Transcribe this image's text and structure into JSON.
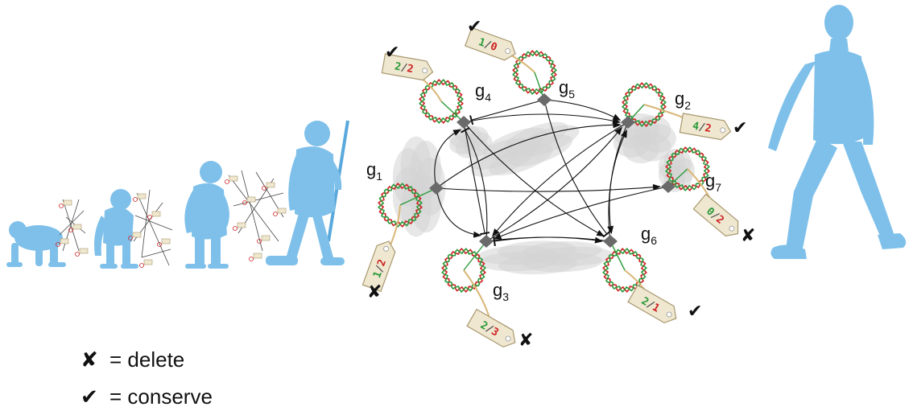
{
  "colors": {
    "human": "#7ec0ea",
    "human_dark": "#5aa9dc",
    "protein": "#d4d4d4",
    "dna_red": "#cc2222",
    "dna_green": "#2a9a3a",
    "tag_fill": "#efe7cf",
    "tag_stroke": "#a89870",
    "loop_stroke": "#d9b777",
    "arrow": "#111111"
  },
  "genes": [
    {
      "id": "g1",
      "base": "g",
      "sub": "1",
      "num": "1",
      "den": "2",
      "mark": "delete"
    },
    {
      "id": "g2",
      "base": "g",
      "sub": "2",
      "num": "4",
      "den": "2",
      "mark": "conserve"
    },
    {
      "id": "g3",
      "base": "g",
      "sub": "3",
      "num": "2",
      "den": "3",
      "mark": "delete"
    },
    {
      "id": "g4",
      "base": "g",
      "sub": "4",
      "num": "2",
      "den": "2",
      "mark": "conserve"
    },
    {
      "id": "g5",
      "base": "g",
      "sub": "5",
      "num": "1",
      "den": "0",
      "mark": "conserve"
    },
    {
      "id": "g6",
      "base": "g",
      "sub": "6",
      "num": "2",
      "den": "1",
      "mark": "conserve"
    },
    {
      "id": "g7",
      "base": "g",
      "sub": "7",
      "num": "0",
      "den": "2",
      "mark": "delete"
    }
  ],
  "tag_separator": "/",
  "marks": {
    "delete_symbol": "✘",
    "conserve_symbol": "✔"
  },
  "legend": {
    "delete_label": "= delete",
    "conserve_label": "= conserve"
  }
}
